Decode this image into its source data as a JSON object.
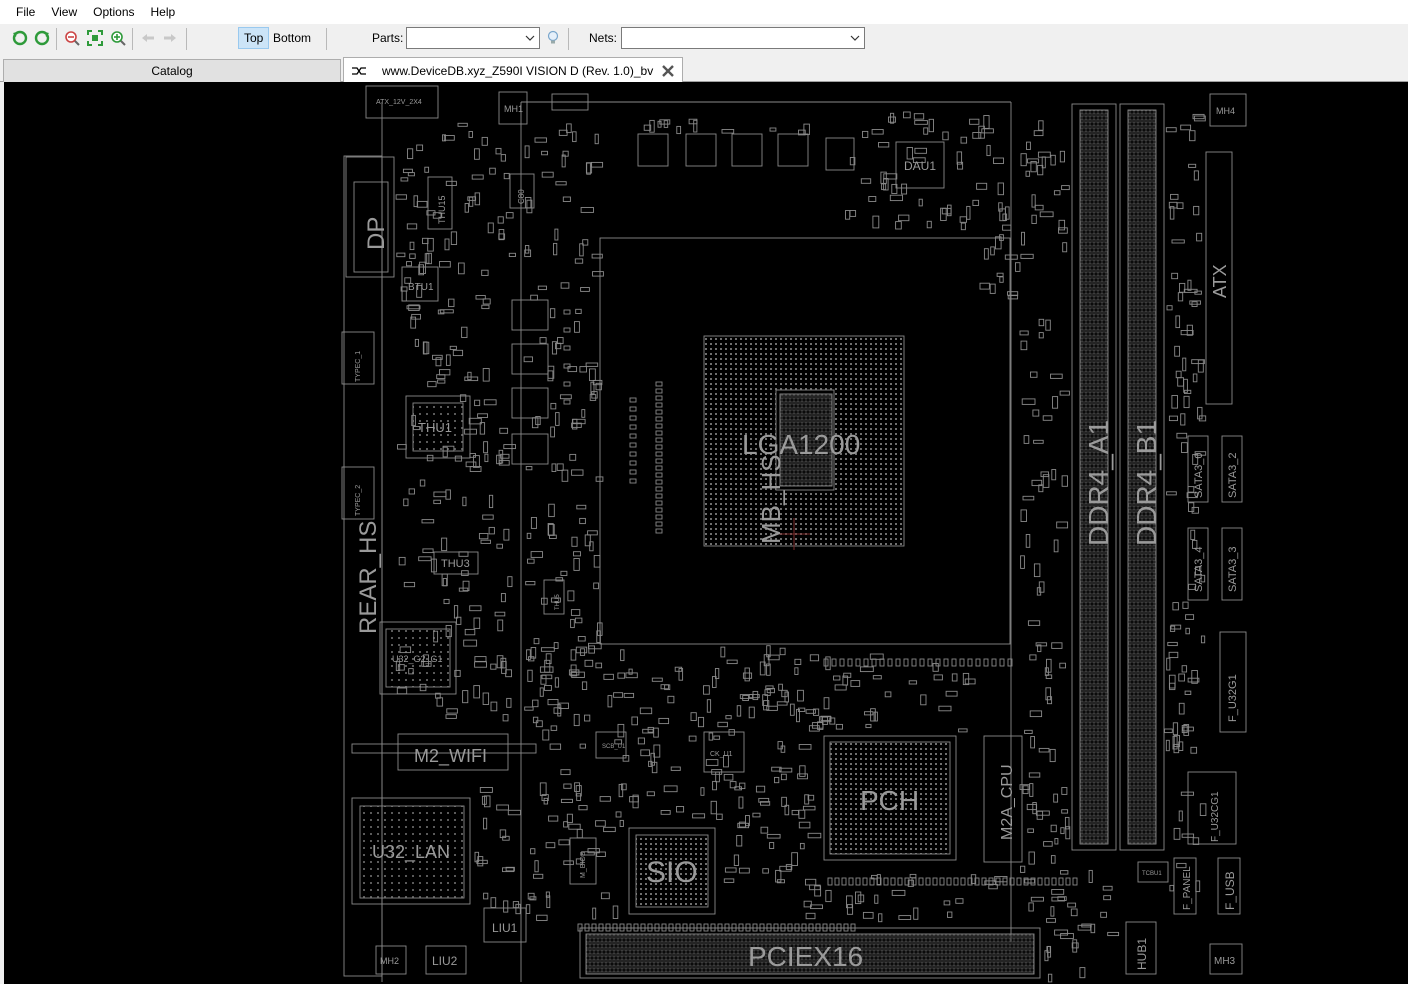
{
  "menu": [
    "File",
    "View",
    "Options",
    "Help"
  ],
  "toolbar": {
    "top_label": "Top",
    "bottom_label": "Bottom",
    "parts_label": "Parts:",
    "nets_label": "Nets:",
    "parts_value": "",
    "nets_value": "",
    "icons": [
      "rotate-left-icon",
      "rotate-right-icon",
      "zoom-out-icon",
      "zoom-fit-icon",
      "zoom-in-icon",
      "back-arrow-icon",
      "forward-arrow-icon",
      "bulb-icon"
    ]
  },
  "tabs": {
    "catalog": "Catalog",
    "document": "www.DeviceDB.xyz_Z590I VISION D (Rev. 1.0)_bv"
  },
  "board": {
    "labels": [
      "ATX_12V_2X4",
      "MH1",
      "DP",
      "THU15",
      "BTU1",
      "TYPEC_1",
      "THU1",
      "TYPEC_2",
      "THU3",
      "REAR_HS",
      "U32_G2_G1",
      "M2_WIFI",
      "U32_LAN",
      "LIU1",
      "LIU2",
      "MH2",
      "SIO",
      "M_BIOS",
      "PCIEX16",
      "PCH",
      "M2A_CPU",
      "LGA1200",
      "MB_HS",
      "DAU1",
      "DDR4_A1",
      "DDR4_B1",
      "ATX",
      "MH4",
      "SATA3_0",
      "SATA3_2",
      "SATA3_4",
      "SATA3_3",
      "F_U32G1",
      "F_U32CG1",
      "F_PANEL",
      "F_USB",
      "HUB1",
      "MH3",
      "CK_U1",
      "THU5",
      "SCB_U1",
      "TCBU1",
      "C80"
    ],
    "colors": {
      "background": "#000000",
      "outline": "#8a8a8a",
      "label": "#9a9a9a"
    }
  }
}
